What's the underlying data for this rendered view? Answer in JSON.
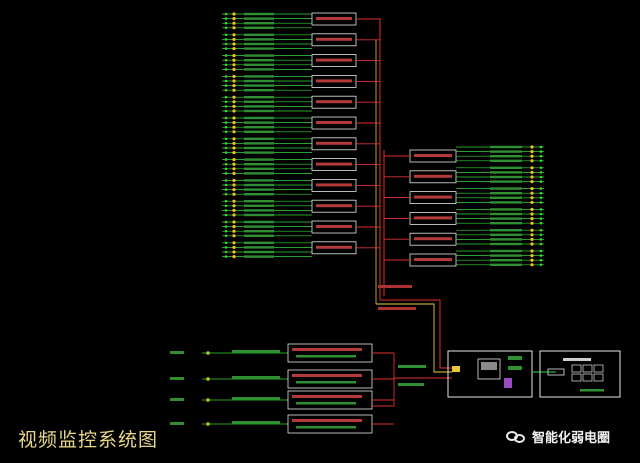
{
  "title": "视频监控系统图",
  "watermark": {
    "icon": "wechat-icon",
    "text": "智能化弱电圈"
  },
  "colors": {
    "background": "#000000",
    "camera_line": "#37d43c",
    "trunk_line": "#e03030",
    "fiber_line": "#e8c93a",
    "frame": "#e6e6e6",
    "camera_dot": "#f1c21b"
  },
  "left_groups": 12,
  "right_groups": 6,
  "bottom_inputs": 4
}
